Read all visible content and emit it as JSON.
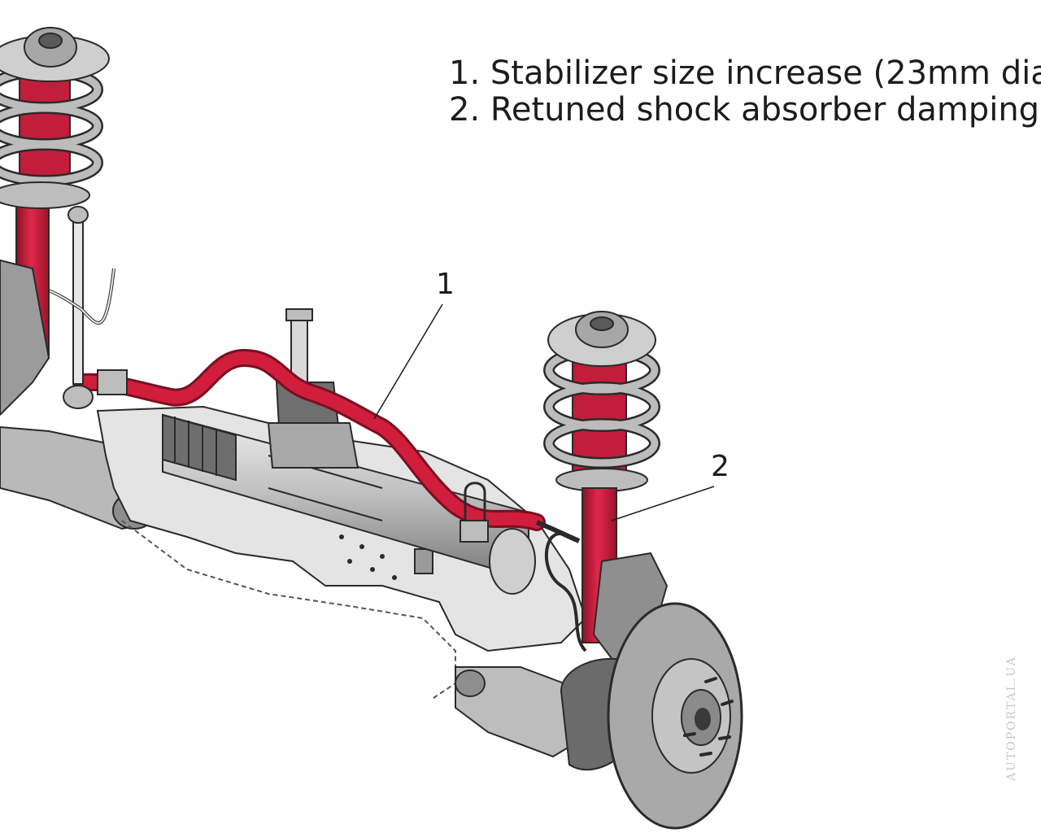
{
  "legend": {
    "item_1": "1. Stabilizer size increase (23mm dia",
    "item_2": "2. Retuned shock absorber damping"
  },
  "callouts": {
    "label_1": "1",
    "label_2": "2"
  },
  "watermark": "AUTOPORTAL.UA",
  "colors": {
    "highlight_red": "#d01e3c",
    "dark_red": "#7a0f22",
    "subframe_grey": "#e4e4e4",
    "arm_grey": "#bdbdbd",
    "metal_grey": "#9a9a9a",
    "line": "#2a2a2a",
    "text": "#1c1c1c"
  }
}
